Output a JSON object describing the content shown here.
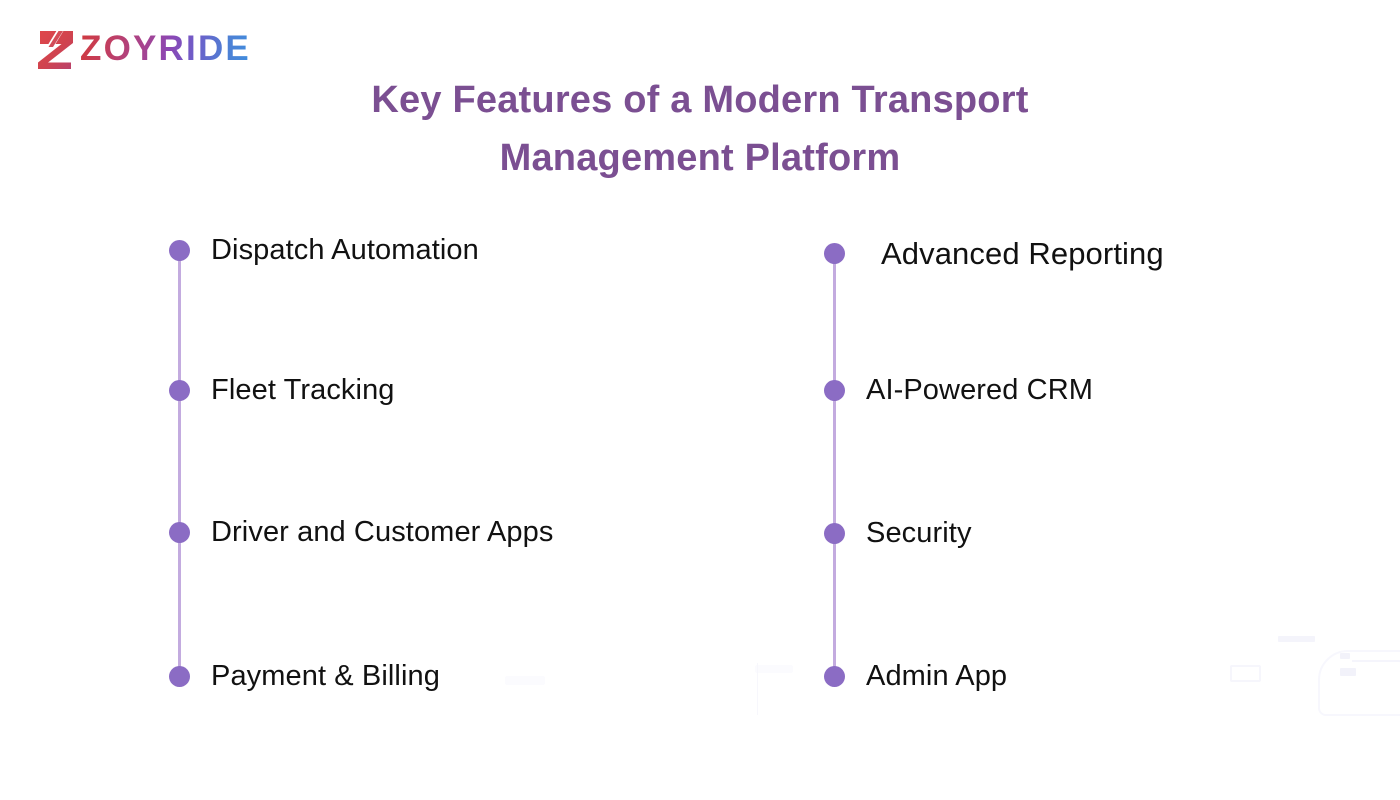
{
  "brand": {
    "logo_mark": "z-monogram-icon",
    "wordmark": "ZOYRIDE",
    "gradient_start": "#d03a3f",
    "gradient_mid": "#8b47b4",
    "gradient_end": "#3f8ede"
  },
  "title": {
    "line1": "Key Features of a Modern Transport",
    "line2": "Management Platform",
    "color": "#7b4f92"
  },
  "theme": {
    "background": "#ffffff",
    "bullet_color": "#8b6cc4",
    "timeline_color": "#c3abdf",
    "label_color": "#111111",
    "watermark_color": "#fbfbfe"
  },
  "columns": [
    {
      "id": "left",
      "items": [
        {
          "label": "Dispatch Automation"
        },
        {
          "label": "Fleet Tracking"
        },
        {
          "label": "Driver and Customer Apps"
        },
        {
          "label": "Payment & Billing"
        }
      ]
    },
    {
      "id": "right",
      "items": [
        {
          "label": "Advanced Reporting"
        },
        {
          "label": "AI-Powered CRM"
        },
        {
          "label": "Security"
        },
        {
          "label": "Admin App"
        }
      ]
    }
  ]
}
